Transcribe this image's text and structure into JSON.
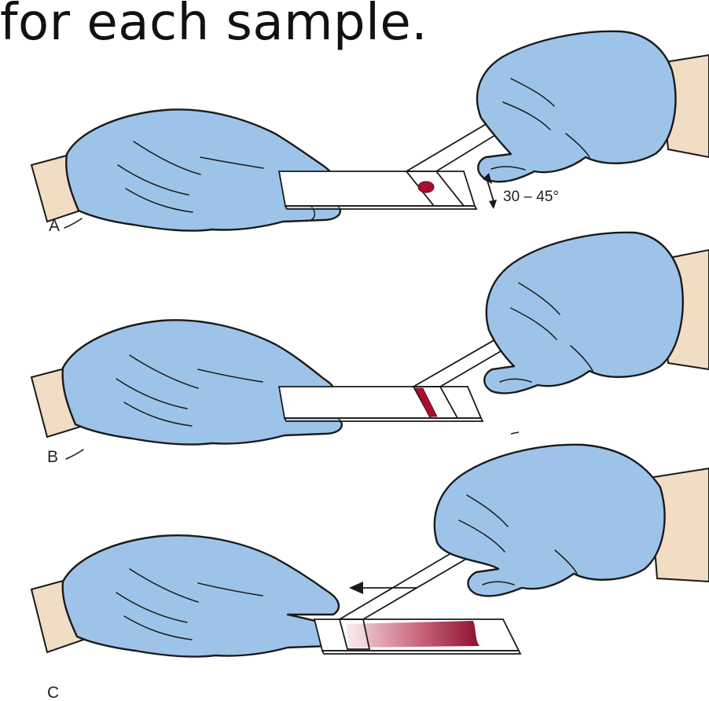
{
  "caption": "for each sample.",
  "panels": [
    {
      "label": "A",
      "angle_label": "30 – 45°"
    },
    {
      "label": "B"
    },
    {
      "label": "C"
    }
  ],
  "colors": {
    "glove": "#9dc4e8",
    "skin": "#f1ddc4",
    "blood": "#a8102e",
    "outline": "#1a1a1a"
  }
}
